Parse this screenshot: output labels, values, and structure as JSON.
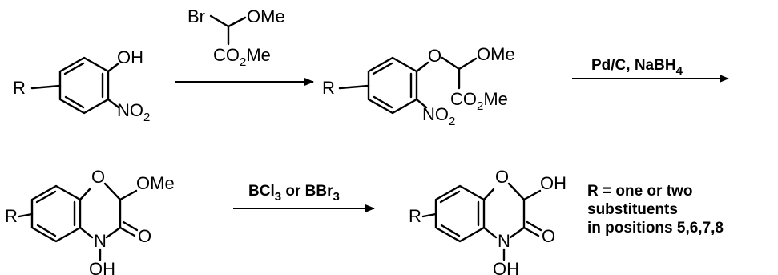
{
  "scheme": {
    "compound1": {
      "r": "R",
      "oh": "OH",
      "no2": "NO",
      "no2_sub": "2"
    },
    "reagent1": {
      "br": "Br",
      "ome": "OMe",
      "ester": "CO",
      "ester_sub": "2",
      "ester_tail": "Me"
    },
    "compound2": {
      "r": "R",
      "o": "O",
      "ome": "OMe",
      "ester": "CO",
      "ester_sub": "2",
      "ester_tail": "Me",
      "no2": "NO",
      "no2_sub": "2"
    },
    "reagent2": {
      "main": "Pd/C, NaBH",
      "sub": "4"
    },
    "compound3": {
      "r": "R",
      "o": "O",
      "ome": "OMe",
      "n": "N",
      "carbonyl_o": "O",
      "noh": "OH"
    },
    "reagent3": {
      "p1": "BCl",
      "s1": "3",
      "p2": " or BBr",
      "s2": "3"
    },
    "compound4": {
      "r": "R",
      "o": "O",
      "oh": "OH",
      "n": "N",
      "carbonyl_o": "O",
      "noh": "OH"
    },
    "note": {
      "line1": "R = one or two",
      "line2": "substituents",
      "line3": "in positions 5,6,7,8"
    }
  }
}
